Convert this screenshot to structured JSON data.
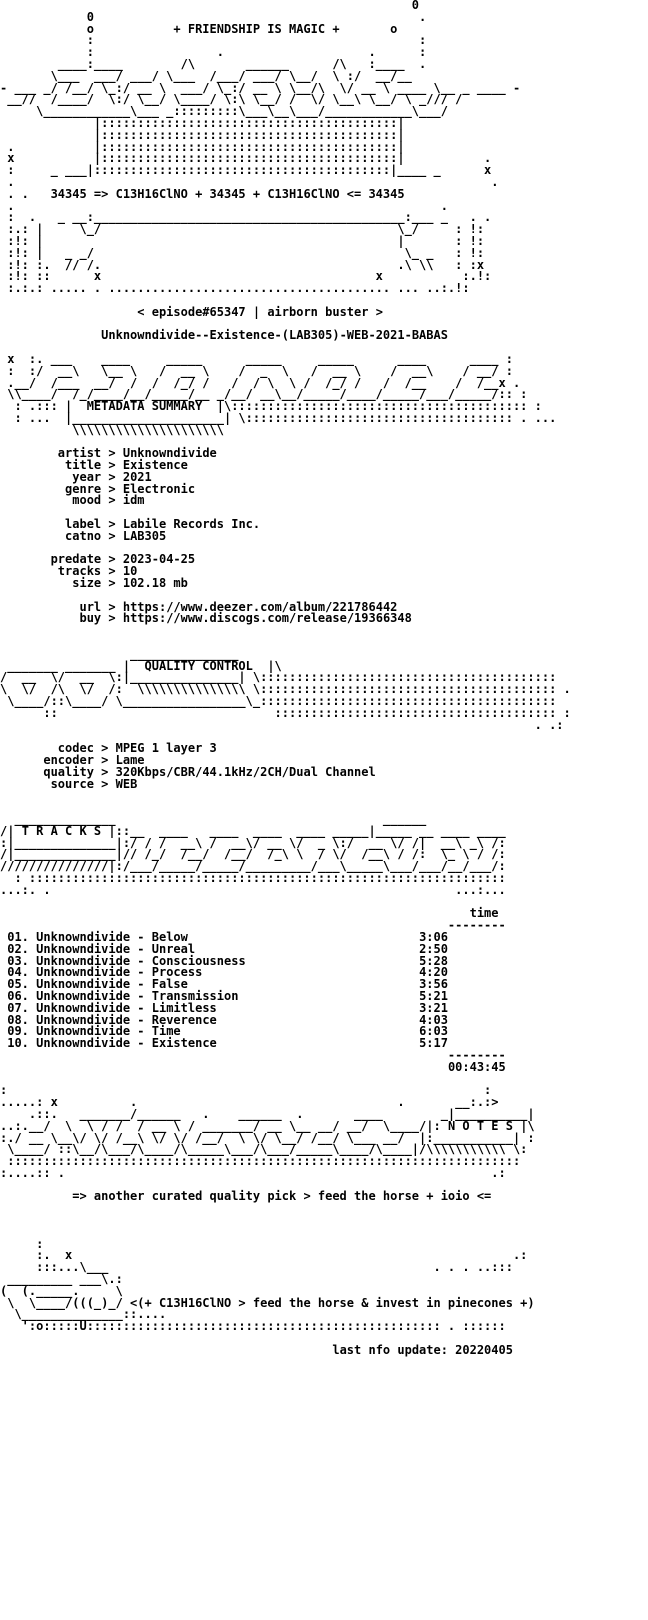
{
  "nfo": {
    "header_line": "+ FRIENDSHIP IS MAGIC +",
    "formula_line": "34345 => C13H16ClNO + 34345 + C13H16ClNO <= 34345",
    "episode_line": "< episode#65347 | airborn buster >",
    "release_name": "Unknowndivide--Existence-(LAB305)-WEB-2021-BABAS",
    "metadata_heading": "METADATA SUMMARY",
    "metadata": [
      {
        "label": "artist",
        "value": "Unknowndivide"
      },
      {
        "label": "title",
        "value": "Existence"
      },
      {
        "label": "year",
        "value": "2021"
      },
      {
        "label": "genre",
        "value": "Electronic"
      },
      {
        "label": "mood",
        "value": "idm"
      },
      {
        "label": "label",
        "value": "Labile Records Inc."
      },
      {
        "label": "catno",
        "value": "LAB305"
      },
      {
        "label": "predate",
        "value": "2023-04-25"
      },
      {
        "label": "tracks",
        "value": "10"
      },
      {
        "label": "size",
        "value": "102.18 mb"
      },
      {
        "label": "url",
        "value": "https://www.deezer.com/album/221786442"
      },
      {
        "label": "buy",
        "value": "https://www.discogs.com/release/19366348"
      }
    ],
    "quality_heading": "QUALITY CONTROL",
    "quality": [
      {
        "label": "codec",
        "value": "MPEG 1 layer 3"
      },
      {
        "label": "encoder",
        "value": "Lame"
      },
      {
        "label": "quality",
        "value": "320Kbps/CBR/44.1kHz/2CH/Dual Channel"
      },
      {
        "label": "source",
        "value": "WEB"
      }
    ],
    "tracks_heading": "T R A C K S",
    "time_header": "time",
    "tracks": [
      {
        "num": "01.",
        "name": "Unknowndivide - Below",
        "time": "3:06"
      },
      {
        "num": "02.",
        "name": "Unknowndivide - Unreal",
        "time": "2:50"
      },
      {
        "num": "03.",
        "name": "Unknowndivide - Consciousness",
        "time": "5:28"
      },
      {
        "num": "04.",
        "name": "Unknowndivide - Process",
        "time": "4:20"
      },
      {
        "num": "05.",
        "name": "Unknowndivide - False",
        "time": "3:56"
      },
      {
        "num": "06.",
        "name": "Unknowndivide - Transmission",
        "time": "5:21"
      },
      {
        "num": "07.",
        "name": "Unknowndivide - Limitless",
        "time": "3:21"
      },
      {
        "num": "08.",
        "name": "Unknowndivide - Reverence",
        "time": "4:03"
      },
      {
        "num": "09.",
        "name": "Unknowndivide - Time",
        "time": "6:03"
      },
      {
        "num": "10.",
        "name": "Unknowndivide - Existence",
        "time": "5:17"
      }
    ],
    "total_time": "00:43:45",
    "notes_heading": "N O T E S",
    "notes_line": "=> another curated quality pick > feed the horse + ioio <=",
    "footer_tag": "<(+ C13H16ClNO > feed the horse & invest in pinecones +)",
    "last_update": "last nfo update: 20220405"
  }
}
